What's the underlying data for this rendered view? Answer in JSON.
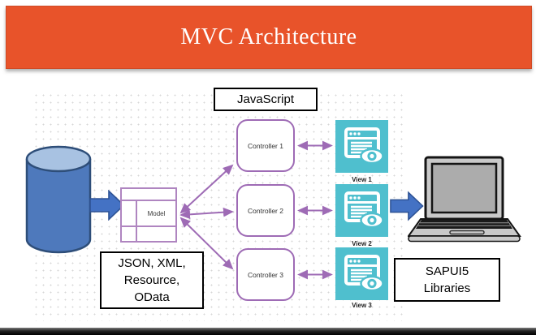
{
  "header": {
    "title": "MVC Architecture"
  },
  "colors": {
    "banner_orange": "#E8532A",
    "purple_accent": "#9E6BB5",
    "teal_view": "#4FBFCE",
    "arrow_blue": "#4472C4",
    "arrow_blue_border": "#2E5395",
    "cylinder_blue": "#4E79BC",
    "cylinder_top_blue": "#A8C2E2"
  },
  "diagram": {
    "javascript_label": "JavaScript",
    "model_label": "Model",
    "data_sources_label": "JSON, XML,\nResource,\nOData",
    "sapui5_label": "SAPUI5\nLibraries",
    "controllers": [
      {
        "label": "Controller 1"
      },
      {
        "label": "Controller 2"
      },
      {
        "label": "Controller 3"
      }
    ],
    "views": [
      {
        "label": "View 1"
      },
      {
        "label": "View 2"
      },
      {
        "label": "View 3"
      }
    ],
    "icons": {
      "database": "database-cylinder-icon",
      "view": "browser-eye-icon",
      "client": "laptop-icon",
      "flow": "block-arrow-icon"
    }
  }
}
